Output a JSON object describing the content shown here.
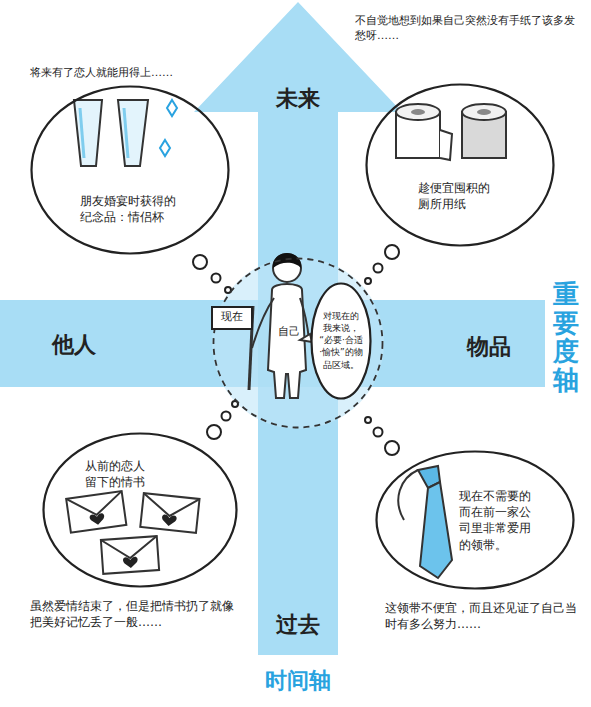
{
  "diagram": {
    "nodes": [
      {
        "text": [
          "朋友婚宴时获得的纪念品：情侣杯"
        ]
      },
      {
        "text": [
          "趁便宜囤积的厕所用纸"
        ]
      },
      {
        "text": [
          "自己"
        ]
      },
      {
        "text": [
          "对现在的我来说，“必要·合适·愉快”的物品区域。"
        ],
        "in": 2
      },
      {
        "text": [
          "现在"
        ],
        "in": 2
      },
      {
        "text": [
          "从前的恋人留下的情书"
        ]
      },
      {
        "text": [
          "现在不需要的而在前一家公司里非常爱用的领带。"
        ]
      }
    ],
    "labels": [
      "将来有了恋人就能用得上……",
      "不自觉地想到如果自己突然没有手纸了该多发愁呀……",
      "未来",
      "他人",
      "物品",
      "重要度轴",
      "过去",
      "时间轴",
      "虽然爱情结束了，但是把情书扔了就像把美好记忆丢了一般……",
      "这领带不便宜，而且还见证了自己当时有多么努力……"
    ]
  }
}
